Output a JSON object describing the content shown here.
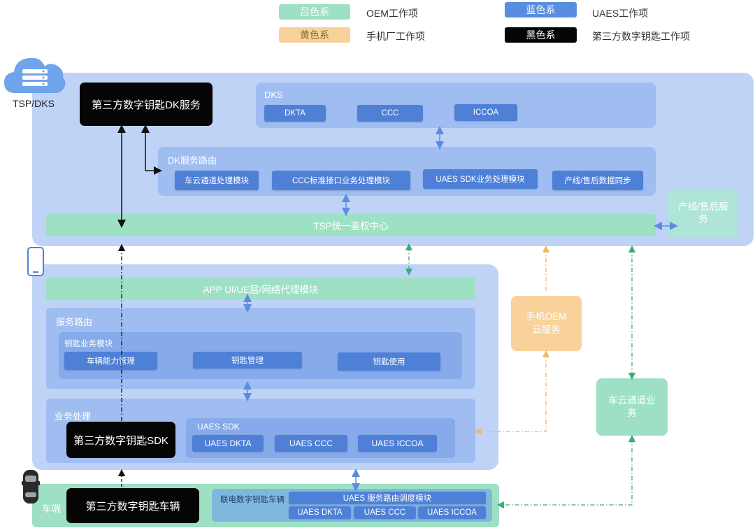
{
  "legend": {
    "green_label": "吕色系",
    "green_text": "OEM工作项",
    "blue_label": "蓝色系",
    "blue_text": "UAES工作项",
    "yellow_label": "黄色系",
    "yellow_text": "手机厂工作项",
    "black_label": "黑色系",
    "black_text": "第三方数字钥匙工作项"
  },
  "tsp": {
    "label": "TSP/DKS",
    "dk_service": "第三方数字钥匙DK服务",
    "dks_title": "DKS",
    "dks_items": [
      "DKTA",
      "CCC",
      "ICCOA"
    ],
    "router_title": "DK服务路由",
    "router_items": [
      "车云通道处理模块",
      "CCC标准接口业务处理模块",
      "UAES SDK业务处理模块",
      "产线/售后数据同步"
    ],
    "auth_center": "TSP统一鉴权中心",
    "aftersale": "产线/售后服务"
  },
  "phone": {
    "app_layer": "APP UI/UE层/网络代理模块",
    "service_router_title": "服务路由",
    "key_module_title": "钥匙业务模块",
    "key_items": [
      "车辆能力管理",
      "钥匙管理",
      "钥匙使用"
    ],
    "biz_title": "业务处理",
    "sdk": "第三方数字钥匙SDK",
    "uaes_sdk_title": "UAES SDK",
    "uaes_sdk_items": [
      "UAES DKTA",
      "UAES CCC",
      "UAES ICCOA"
    ]
  },
  "side": {
    "phone_oem": "手机OEM云服务",
    "vehicle_cloud": "车云通道业务"
  },
  "vehicle": {
    "label": "车端",
    "third_party_vehicle": "第三方数字钥匙车辆",
    "connected_title": "联电数字钥匙车辆",
    "router_module": "UAES 服务路由调度模块",
    "items": [
      "UAES DKTA",
      "UAES CCC",
      "UAES ICCOA"
    ]
  },
  "colors": {
    "green": "#9ee0c3",
    "blue": "#4f80d8",
    "yellow": "#f8d29a",
    "black": "#050505",
    "tsp_bg": "#bfd3f7",
    "dks_bg": "#9fbdf0"
  }
}
